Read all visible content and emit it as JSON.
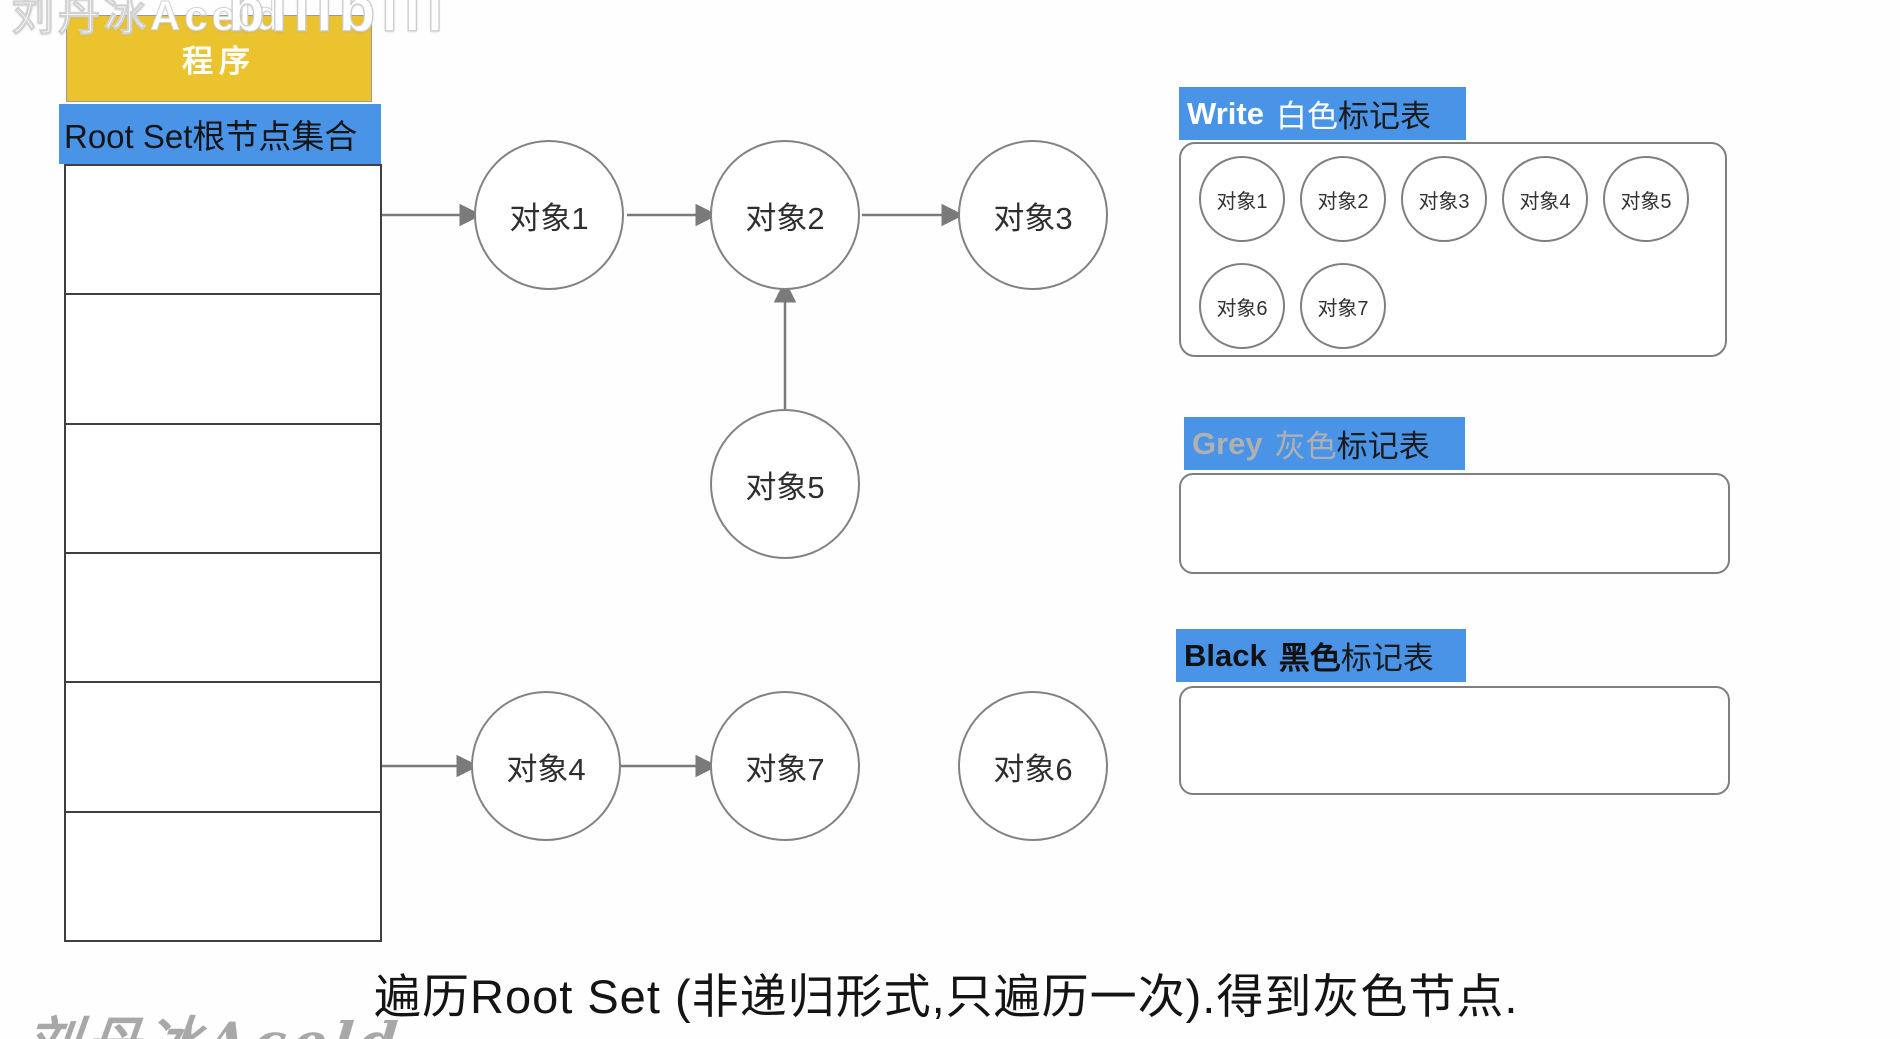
{
  "caption": "遍历Root Set (非递归形式,只遍历一次).得到灰色节点.",
  "watermarks": {
    "top_name": "刘丹冰Aceld",
    "top_logo": "bilibili",
    "bottom_left": "刘丹冰Aceld"
  },
  "memory_table": {
    "header": "程序",
    "root_row": "Root Set根节点集合",
    "empty_rows": 6
  },
  "graph": {
    "nodes": {
      "obj1": "对象1",
      "obj2": "对象2",
      "obj3": "对象3",
      "obj4": "对象4",
      "obj5": "对象5",
      "obj6": "对象6",
      "obj7": "对象7"
    },
    "edges": [
      "root->对象1",
      "对象1->对象2",
      "对象2->对象3",
      "对象5->对象2",
      "root->对象4",
      "对象4->对象7"
    ]
  },
  "mark_tables": {
    "white": {
      "en": "Write",
      "cn": "白色",
      "suffix": "标记表",
      "items": [
        "对象1",
        "对象2",
        "对象3",
        "对象4",
        "对象5",
        "对象6",
        "对象7"
      ]
    },
    "grey": {
      "en": "Grey",
      "cn": "灰色",
      "suffix": "标记表",
      "items": []
    },
    "black": {
      "en": "Black",
      "cn": "黑色",
      "suffix": "标记表",
      "items": []
    }
  },
  "colors": {
    "accent_blue": "#4a94e8",
    "accent_yellow": "#eac32f",
    "shape_border": "#7f7f7f",
    "table_line": "#3f3f3f",
    "grey_text": "#b0b0b0"
  }
}
